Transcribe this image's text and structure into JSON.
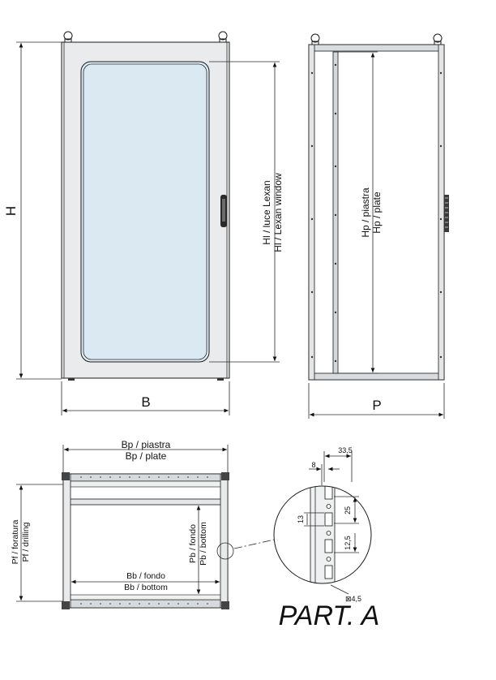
{
  "front_view": {
    "height_label": "H",
    "width_label": "B",
    "window_label_1": "Hl / luce Lexan",
    "window_label_2": "Hl / Lexan window"
  },
  "side_view": {
    "depth_label": "P",
    "plate_label_1": "Hp / piastra",
    "plate_label_2": "Hp / plate"
  },
  "top_view": {
    "plate_width_1": "Bp / piastra",
    "plate_width_2": "Bp / plate",
    "bottom_width_1": "Bb / fondo",
    "bottom_width_2": "Bb / bottom",
    "bottom_depth_1": "Pb / fondo",
    "bottom_depth_2": "Pb / bottom",
    "drilling_1": "Pf / foratura",
    "drilling_2": "Pf / drilling"
  },
  "detail": {
    "dim_33_5": "33,5",
    "dim_8": "8",
    "dim_25": "25",
    "dim_13": "13",
    "dim_12_5": "12,5",
    "hole": "⊠4,5",
    "title": "PART. A"
  },
  "colors": {
    "line": "#1a1a1a",
    "panel": "#e6e8e9",
    "glass": "#dbe9f3",
    "steel": "#c9cdd0"
  }
}
